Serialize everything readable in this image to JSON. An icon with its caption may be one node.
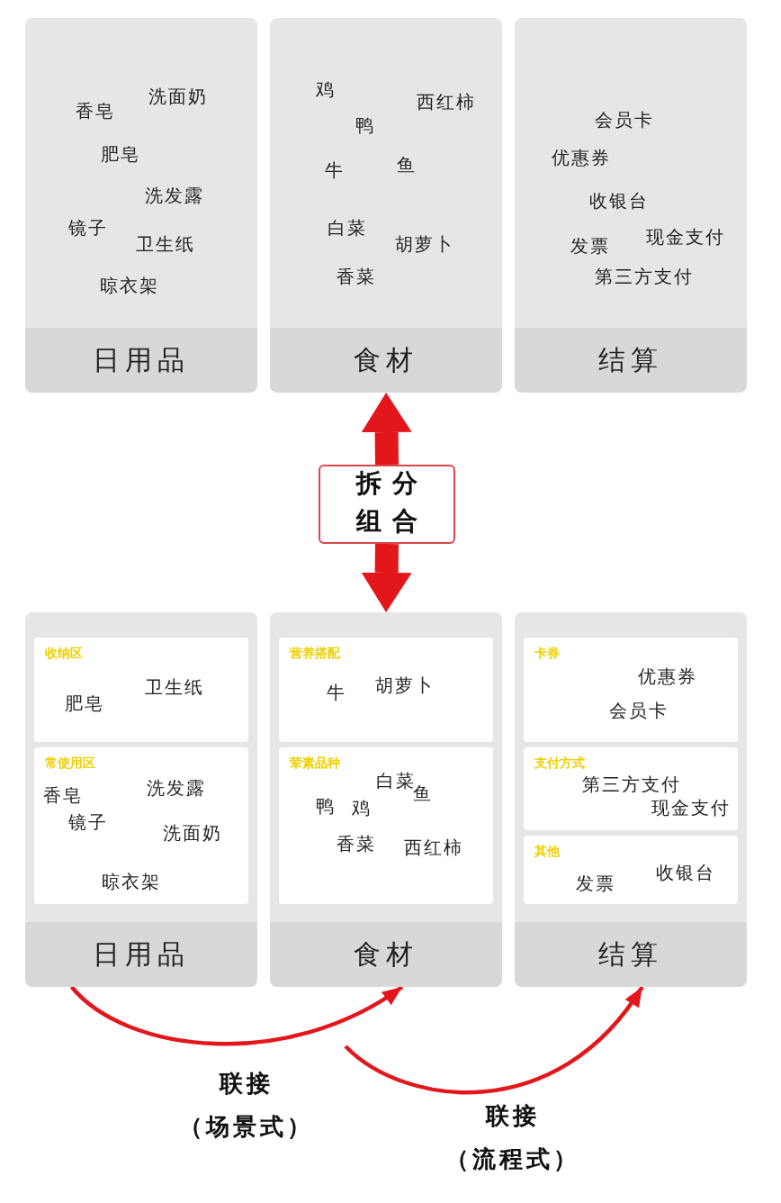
{
  "diagram": {
    "nodes": [
      {
        "text": [
          "洗面奶",
          "香皂",
          "肥皂",
          "洗发露",
          "镜子",
          "卫生纸",
          "晾衣架",
          "日用品"
        ]
      },
      {
        "text": [
          "鸡",
          "西红柿",
          "鸭",
          "牛",
          "鱼",
          "白菜",
          "胡萝卜",
          "香菜",
          "食材"
        ]
      },
      {
        "text": [
          "会员卡",
          "优惠券",
          "收银台",
          "发票",
          "现金支付",
          "第三方支付",
          "结算"
        ]
      },
      {
        "text": [
          "拆分组合"
        ]
      },
      {
        "text": [
          "日用品"
        ]
      },
      {
        "text": [
          "收纳区",
          "肥皂",
          "卫生纸"
        ],
        "in": 4
      },
      {
        "text": [
          "常使用区",
          "香皂",
          "洗发露",
          "镜子",
          "洗面奶",
          "晾衣架"
        ],
        "in": 4
      },
      {
        "text": [
          "食材"
        ]
      },
      {
        "text": [
          "营养搭配",
          "牛",
          "胡萝卜"
        ],
        "in": 7
      },
      {
        "text": [
          "荤素品种",
          "白菜",
          "鱼",
          "鸭",
          "鸡",
          "香菜",
          "西红柿"
        ],
        "in": 7
      },
      {
        "text": [
          "结算"
        ]
      },
      {
        "text": [
          "卡券",
          "优惠券",
          "会员卡"
        ],
        "in": 10
      },
      {
        "text": [
          "支付方式",
          "第三方支付",
          "现金支付"
        ],
        "in": 10
      },
      {
        "text": [
          "其他",
          "发票",
          "收银台"
        ],
        "in": 10
      }
    ],
    "edges": [
      {
        "from": 3,
        "to": 1,
        "arrow": "to",
        "style": "thick"
      },
      {
        "from": 3,
        "to": 7,
        "arrow": "to",
        "style": "thick"
      },
      {
        "from": 4,
        "to": 7,
        "arrow": "to",
        "label": "联接（场景式）"
      },
      {
        "from": null,
        "to": 10,
        "arrow": "to",
        "label": "联接（流程式）"
      }
    ]
  }
}
